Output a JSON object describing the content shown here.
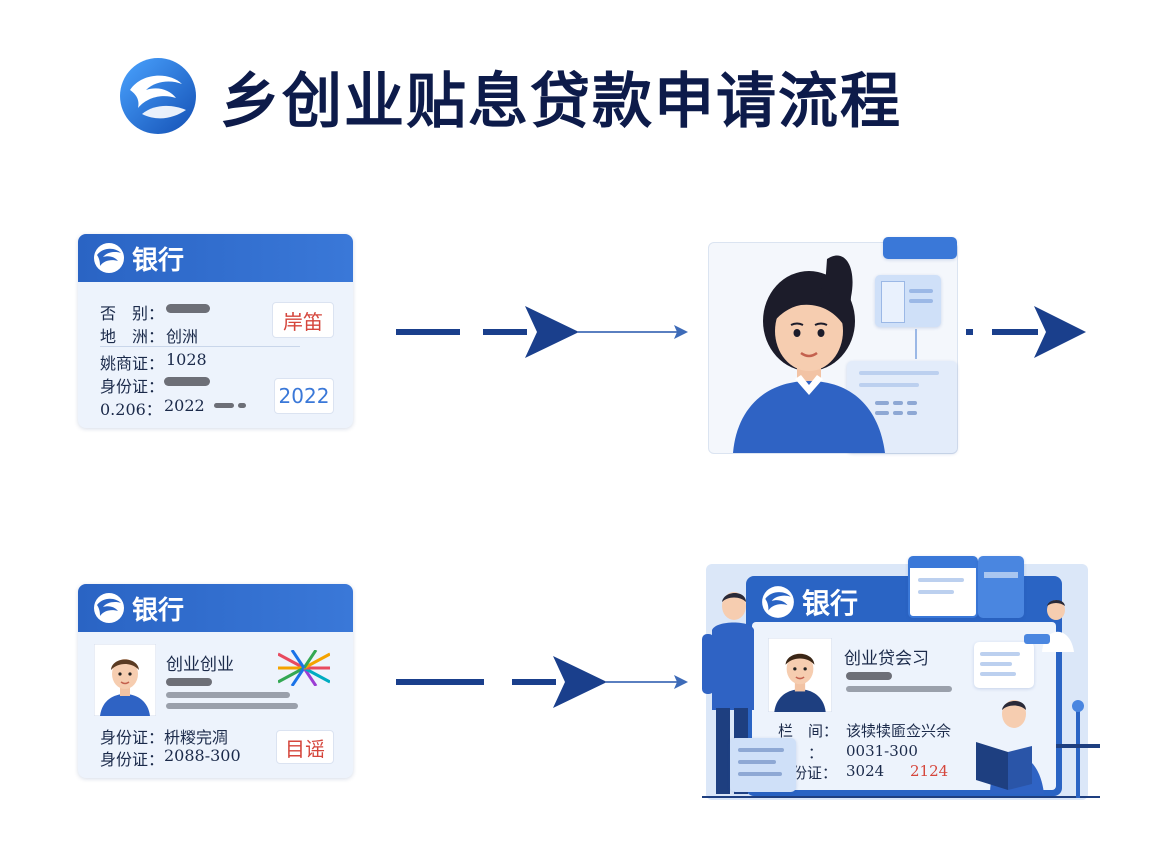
{
  "title": "乡创业贴息贷款申请流程",
  "icons": {
    "title_logo": "swirl-logo-icon",
    "bank_logo": "bank-swirl-icon",
    "arrow": "arrow-right-icon"
  },
  "colors": {
    "title": "#0d1b4a",
    "header_blue": "#2a64c4",
    "card_bg": "#edf3fc",
    "arrow_navy": "#1a3f8c",
    "stamp_red": "#d5463c"
  },
  "card1": {
    "bank": "银行",
    "row1_label": "否　别：",
    "row2_label": "地　洲：",
    "row2_value": "创洲",
    "row3_label": "姚商证：",
    "row3_value": "1028",
    "row4_label": "身份证：",
    "row5_label": "0.206：",
    "row5_value": "2022",
    "stamp_top": "岸笛",
    "stamp_bottom": "2022"
  },
  "card2": {
    "bank": "银行",
    "name": "创业创业",
    "row1_label": "身份证：",
    "row1_value": "枡糉完凋",
    "row2_label": "身份证：",
    "row2_value": "2088-300",
    "stamp": "目谣"
  },
  "card3": {
    "bank": "银行",
    "name": "创业贷会习",
    "row1_label": "栏　间：",
    "row1_value": "该犊犊匬佥兴佘",
    "row2_label": "卅　：",
    "row2_value": "0031-300",
    "row3_label": "份证：",
    "row3_value": "3024",
    "row3_extra": "2124"
  }
}
